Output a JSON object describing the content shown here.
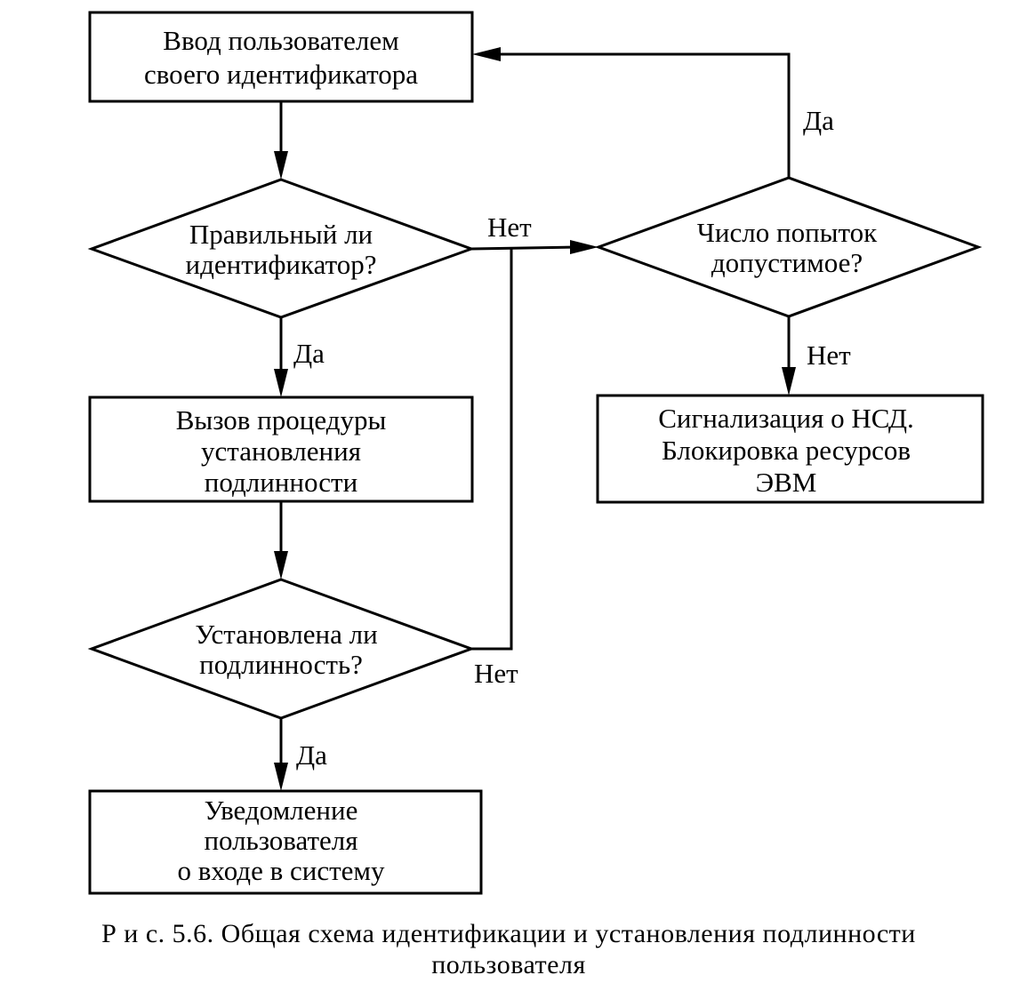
{
  "nodes": {
    "input_id": [
      "Ввод пользователем",
      "своего идентификатора"
    ],
    "check_id": [
      "Правильный ли",
      "идентификатор?"
    ],
    "auth_proc": [
      "Вызов процедуры",
      "установления",
      "подлинности"
    ],
    "check_auth": [
      "Установлена ли",
      "подлинность?"
    ],
    "notify": [
      "Уведомление",
      "пользователя",
      "о входе в систему"
    ],
    "check_attempts": [
      "Число попыток",
      "допустимое?"
    ],
    "alarm": [
      "Сигнализация о НСД.",
      "Блокировка ресурсов",
      "ЭВМ"
    ]
  },
  "edges": {
    "id_yes": "Да",
    "id_no": "Нет",
    "auth_yes": "Да",
    "auth_no": "Нет",
    "attempts_yes": "Да",
    "attempts_no": "Нет"
  },
  "caption": {
    "line1": "Р и с. 5.6. Общая схема идентификации и установления подлинности",
    "line2": "пользователя"
  }
}
